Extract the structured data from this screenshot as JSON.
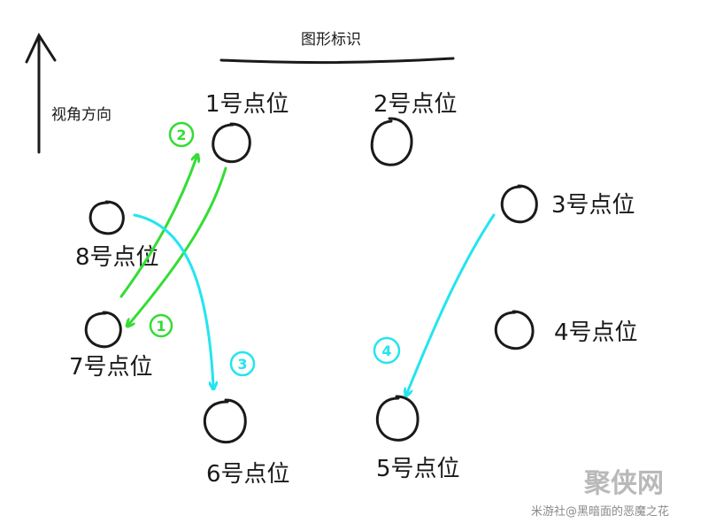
{
  "diagram": {
    "title": "图形标识",
    "view_direction_label": "视角方向",
    "points": [
      {
        "id": 1,
        "label": "1号点位"
      },
      {
        "id": 2,
        "label": "2号点位"
      },
      {
        "id": 3,
        "label": "3号点位"
      },
      {
        "id": 4,
        "label": "4号点位"
      },
      {
        "id": 5,
        "label": "5号点位"
      },
      {
        "id": 6,
        "label": "6号点位"
      },
      {
        "id": 7,
        "label": "7号点位"
      },
      {
        "id": 8,
        "label": "8号点位"
      }
    ],
    "steps": [
      {
        "number": "1",
        "color": "#33dd33"
      },
      {
        "number": "2",
        "color": "#33dd33"
      },
      {
        "number": "3",
        "color": "#22e5f0"
      },
      {
        "number": "4",
        "color": "#22e5f0"
      }
    ],
    "colors": {
      "ink": "#1a1a1a",
      "green_path": "#33dd33",
      "cyan_path": "#22e5f0"
    }
  },
  "watermark": {
    "source_text": "米游社@黑暗面的恶魔之花",
    "logo_text": "聚侠网"
  }
}
